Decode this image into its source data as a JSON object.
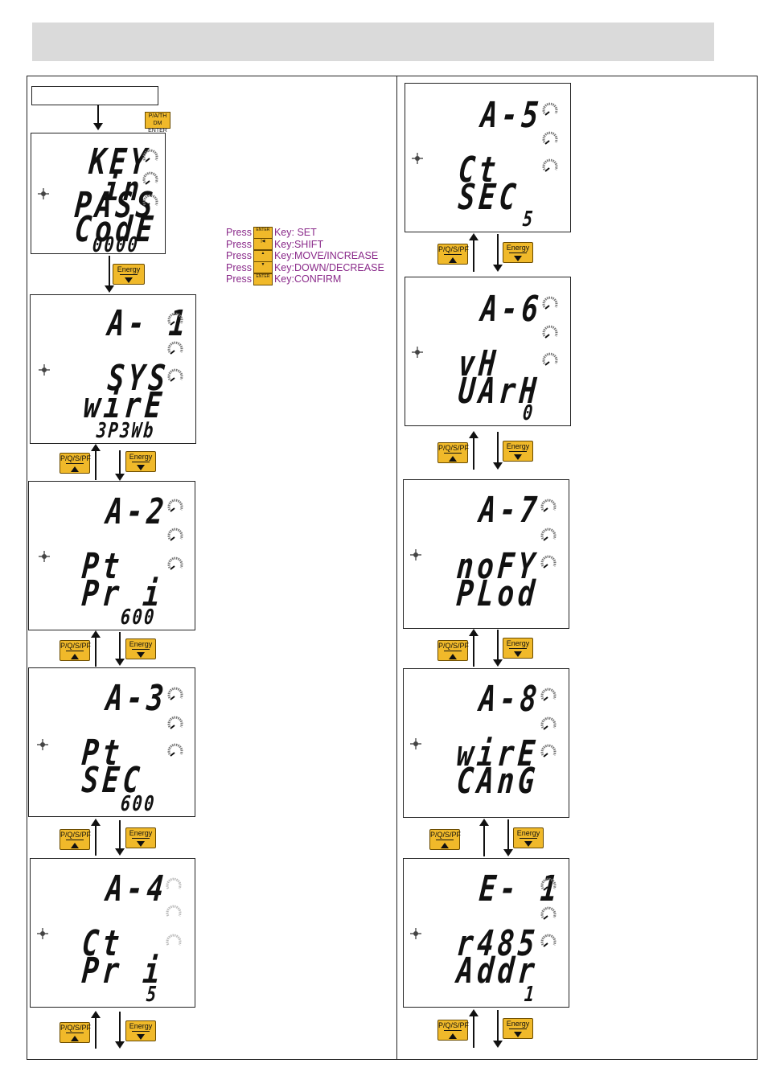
{
  "legend": [
    {
      "press": "Press",
      "action": "Key: SET"
    },
    {
      "press": "Press",
      "action": "Key:SHIFT"
    },
    {
      "press": "Press",
      "action": "Key:MOVE/INCREASE"
    },
    {
      "press": "Press",
      "action": "Key:DOWN/DECREASE"
    },
    {
      "press": "Press",
      "action": "Key:CONFIRM"
    }
  ],
  "keys": {
    "enter_top": "P/A/TH DM",
    "enter_bottom": "ENTER",
    "up_label": "P/Q/S/PF",
    "down_label": "Energy"
  },
  "screens": {
    "password": {
      "l1": "KEY",
      "l2": "in",
      "l3": "PASS",
      "l4": "CodE",
      "val": "0000"
    },
    "a1": {
      "id": "A- 1",
      "l1": "SYS",
      "l2": "wirE",
      "val": "3P3Wb"
    },
    "a2": {
      "id": "A-2",
      "l1": "Pt",
      "l2": "Pr i",
      "val": "600"
    },
    "a3": {
      "id": "A-3",
      "l1": "Pt",
      "l2": "SEC",
      "val": "600"
    },
    "a4": {
      "id": "A-4",
      "l1": "Ct",
      "l2": "Pr i",
      "val": "5"
    },
    "a5": {
      "id": "A-5",
      "l1": "Ct",
      "l2": "SEC",
      "val": "5"
    },
    "a6": {
      "id": "A-6",
      "l1": "vH",
      "l2": "UArH",
      "val": "0"
    },
    "a7": {
      "id": "A-7",
      "l1": "noFY",
      "l2": "PLod",
      "val": ""
    },
    "a8": {
      "id": "A-8",
      "l1": "wirE",
      "l2": "CAnG",
      "val": ""
    },
    "e1": {
      "id": "E- 1",
      "l1": "r485",
      "l2": "Addr",
      "val": "1"
    }
  }
}
